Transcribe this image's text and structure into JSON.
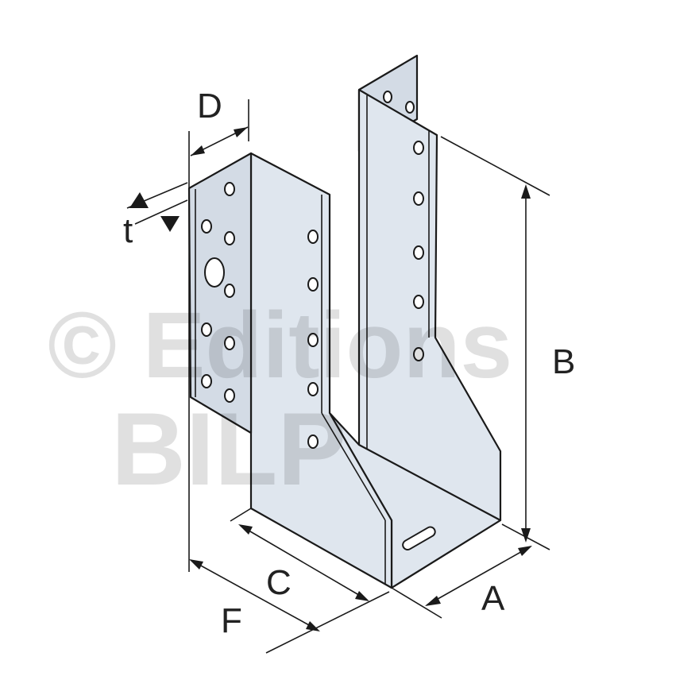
{
  "watermark": {
    "line1": "© Editions",
    "line2": "BILP"
  },
  "dimensions": {
    "A": "A",
    "B": "B",
    "C": "C",
    "D": "D",
    "F": "F",
    "t": "t"
  },
  "colors": {
    "plate": "#dfe6ee",
    "line": "#1a1a1a",
    "watermark": "#e3e3e3"
  }
}
